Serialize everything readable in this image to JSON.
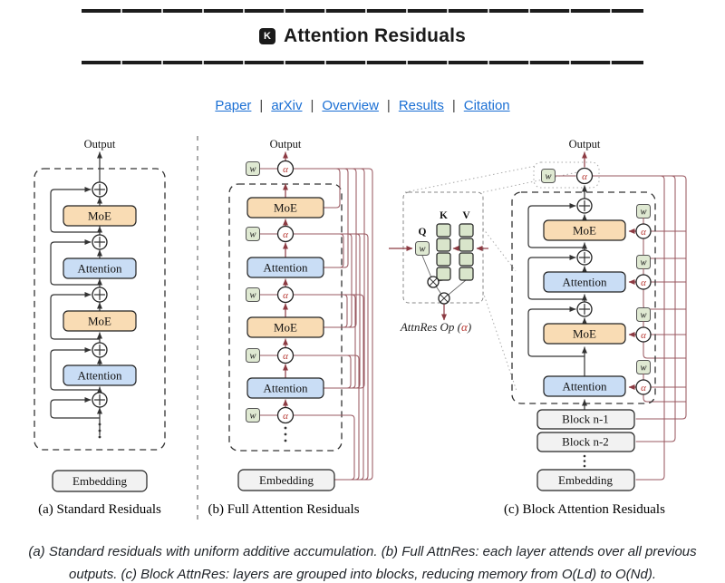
{
  "header": {
    "icon_letter": "K",
    "title": "Attention Residuals"
  },
  "nav": {
    "separator": "|",
    "links": [
      {
        "label": "Paper"
      },
      {
        "label": "arXiv"
      },
      {
        "label": "Overview"
      },
      {
        "label": "Results"
      },
      {
        "label": "Citation"
      }
    ]
  },
  "figure": {
    "labels": {
      "output": "Output",
      "moe": "MoE",
      "attention": "Attention",
      "embedding": "Embedding",
      "block_n1": "Block n-1",
      "block_n2": "Block n-2",
      "alpha": "α",
      "w": "w",
      "k": "K",
      "v": "V",
      "q": "Q",
      "attnres_pre": "AttnRes Op (",
      "attnres_alpha": "α",
      "attnres_post": ")"
    },
    "captions": {
      "a": "(a) Standard Residuals",
      "b": "(b) Full Attention Residuals",
      "c": "(c) Block Attention Residuals"
    },
    "colors": {
      "moe_fill": "#f9dcb4",
      "attention_fill": "#c9ddf5",
      "block_fill": "#f2f2f2",
      "w_fill": "#dfe9d2",
      "kv_cell_fill": "#d9e5cb",
      "alpha_red": "#b5342e",
      "residual_line": "#9a5961",
      "arrow_maroon": "#8c3a42",
      "black_line": "#333333",
      "link_blue": "#1a6fd4"
    }
  },
  "caption": {
    "line1": "(a) Standard residuals with uniform additive accumulation. (b) Full AttnRes: each layer attends over all previous",
    "line2": "outputs. (c) Block AttnRes: layers are grouped into blocks, reducing memory from O(Ld) to O(Nd)."
  }
}
